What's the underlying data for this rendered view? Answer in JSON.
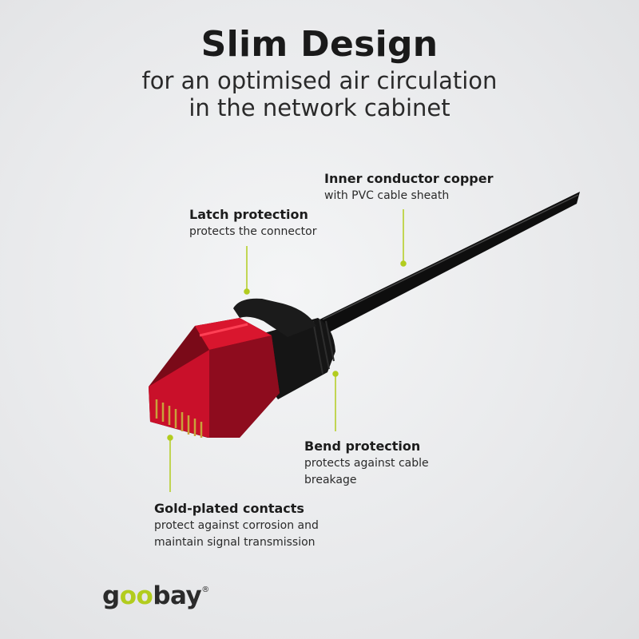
{
  "heading": {
    "title": "Slim Design",
    "subtitle_line1": "for an optimised air circulation",
    "subtitle_line2": "in the network cabinet"
  },
  "callouts": {
    "inner_conductor": {
      "title": "Inner conductor copper",
      "desc": "with PVC cable sheath"
    },
    "latch": {
      "title": "Latch protection",
      "desc": "protects the connector"
    },
    "bend": {
      "title": "Bend protection",
      "desc_line1": "protects against cable",
      "desc_line2": "breakage"
    },
    "gold": {
      "title": "Gold-plated contacts",
      "desc_line1": "protect against corrosion and",
      "desc_line2": "maintain signal transmission"
    }
  },
  "logo": {
    "text_start": "g",
    "text_oo": "oo",
    "text_end": "bay",
    "mark": "®"
  },
  "colors": {
    "accent": "#b2cc1e",
    "connector_red": "#e0102a",
    "cable": "#111111"
  }
}
